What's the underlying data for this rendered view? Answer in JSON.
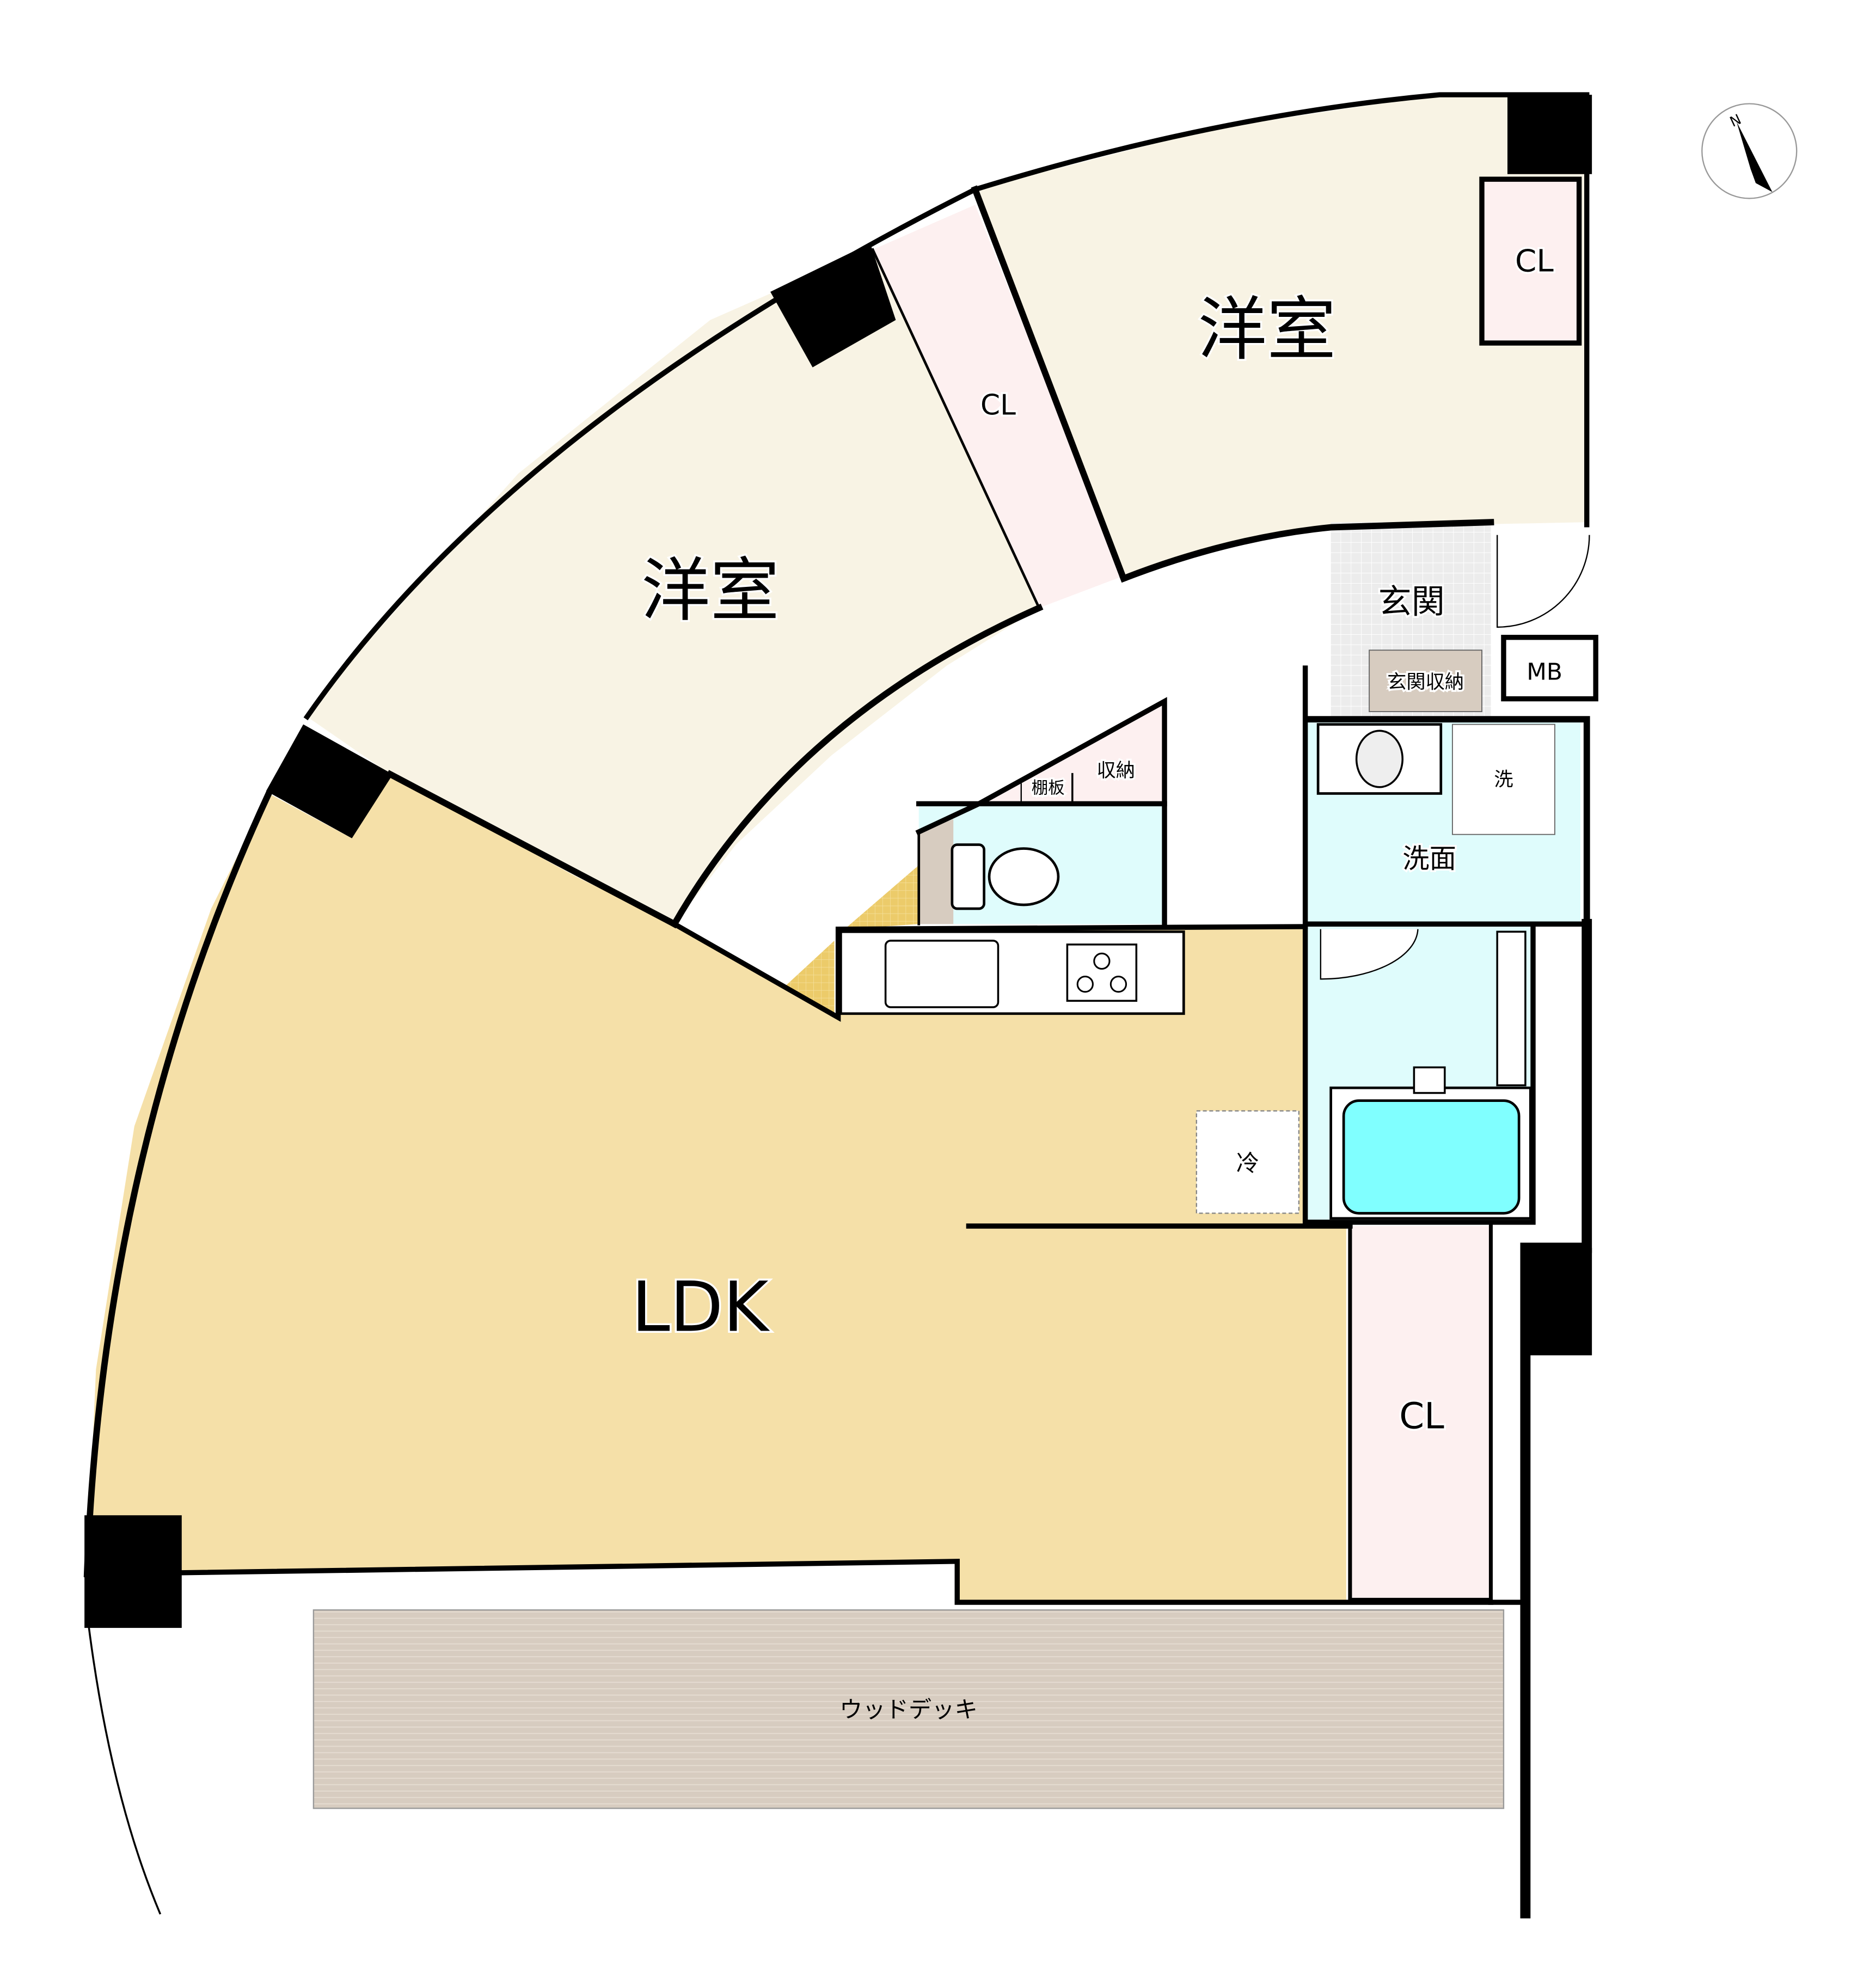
{
  "rooms": {
    "bedroom_east": "洋室",
    "bedroom_west": "洋室",
    "ldk": "LDK",
    "closet_east": "CL",
    "closet_middle": "CL",
    "closet_south": "CL",
    "entrance": "玄関",
    "entrance_storage": "玄関収納",
    "meter_box": "MB",
    "washroom": "洗面",
    "washer": "洗",
    "storage": "収納",
    "shelf": "棚板",
    "fridge": "冷",
    "deck": "ウッドデッキ"
  },
  "compass": {
    "north_label": "N"
  },
  "colors": {
    "bedroom": "#f8f3e4",
    "ldk": "#f5e0a8",
    "closet": "#fdf0f0",
    "wet": "#dffcfc",
    "tub": "#80ffff",
    "entrance": "#ececec",
    "deck": "#d7ccc0",
    "wall": "#000000"
  }
}
